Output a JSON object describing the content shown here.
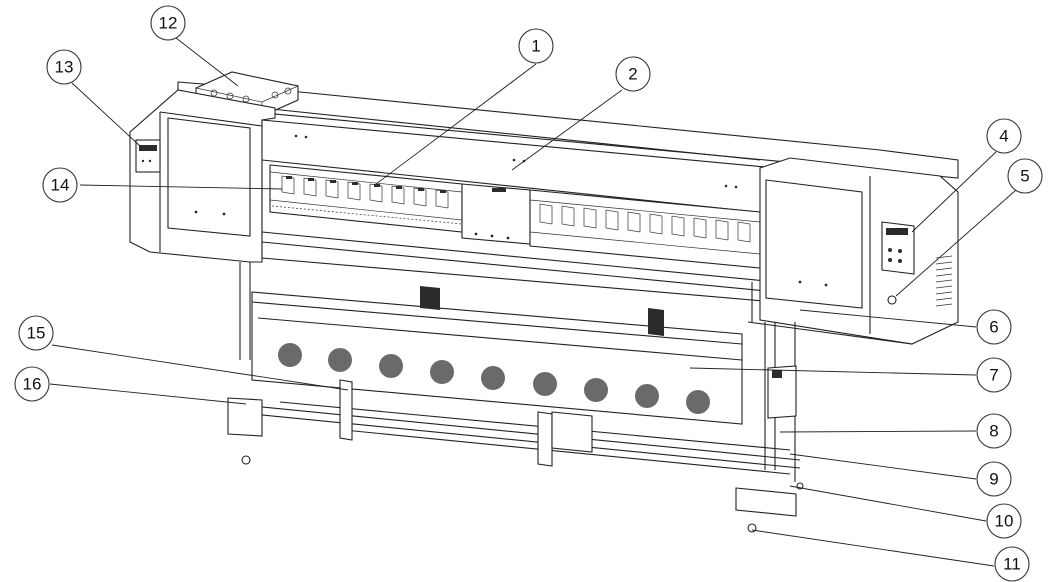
{
  "callouts": [
    {
      "label": "1"
    },
    {
      "label": "2"
    },
    {
      "label": "4"
    },
    {
      "label": "5"
    },
    {
      "label": "6"
    },
    {
      "label": "7"
    },
    {
      "label": "8"
    },
    {
      "label": "9"
    },
    {
      "label": "10"
    },
    {
      "label": "11"
    },
    {
      "label": "12"
    },
    {
      "label": "13"
    },
    {
      "label": "14"
    },
    {
      "label": "15"
    },
    {
      "label": "16"
    }
  ]
}
